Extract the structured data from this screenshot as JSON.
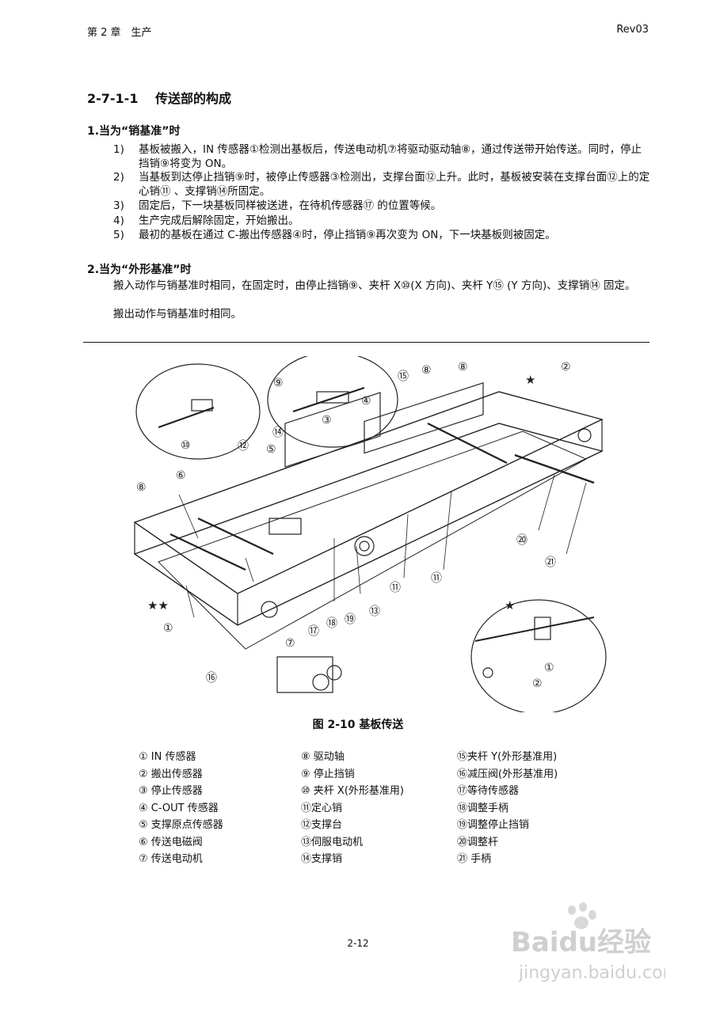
{
  "header": {
    "chapter": "第 2 章　生产",
    "revision": "Rev03"
  },
  "section_title": "2-7-1-1　 传送部的构成",
  "subsections": [
    {
      "title": "1.当为“销基准”时",
      "items": [
        {
          "num": "1)",
          "text": "基板被搬入，IN 传感器①检测出基板后，传送电动机⑦将驱动驱动轴⑧，通过传送带开始传送。同时，停止挡销⑨将变为 ON。"
        },
        {
          "num": "2)",
          "text": "当基板到达停止挡销⑨时，被停止传感器③检测出，支撑台面⑫上升。此时，基板被安装在支撑台面⑫上的定心销⑪ 、支撑销⑭所固定。"
        },
        {
          "num": "3)",
          "text": "固定后，下一块基板同样被送进，在待机传感器⑰ 的位置等候。"
        },
        {
          "num": "4)",
          "text": "生产完成后解除固定，开始搬出。"
        },
        {
          "num": "5)",
          "text": "最初的基板在通过 C-搬出传感器④时，停止挡销⑨再次变为 ON，下一块基板则被固定。"
        }
      ]
    },
    {
      "title": "2.当为“外形基准”时",
      "paragraphs": [
        "搬入动作与销基准时相同，在固定时，由停止挡销⑨、夹杆 X⑩(X 方向)、夹杆 Y⑮ (Y 方向)、支撑销⑭ 固定。",
        "搬出动作与销基准时相同。"
      ]
    }
  ],
  "figure": {
    "caption": "图 2-10  基板传送",
    "callouts": [
      "⑨",
      "④",
      "③",
      "⑩",
      "⑮",
      "⑧",
      "⑧",
      "②",
      "⑭",
      "⑤",
      "⑥",
      "⑧",
      "⑫",
      "⑳",
      "㉑",
      "⑪",
      "⑪",
      "⑬",
      "⑲",
      "⑱",
      "⑰",
      "⑦",
      "①",
      "⑯",
      "①",
      "②"
    ],
    "stars": [
      "★",
      "★★",
      "★"
    ]
  },
  "legend": [
    [
      "① IN 传感器",
      "② 搬出传感器",
      "③ 停止传感器",
      "④ C-OUT 传感器",
      "⑤ 支撑原点传感器",
      "⑥ 传送电磁阀",
      "⑦ 传送电动机"
    ],
    [
      "⑧  驱动轴",
      "⑨  停止挡销",
      "⑩  夹杆 X(外形基准用)",
      "⑪定心销",
      "⑫支撑台",
      "⑬伺服电动机",
      "⑭支撑销"
    ],
    [
      "⑮夹杆 Y(外形基准用)",
      "⑯减压阀(外形基准用)",
      "⑰等待传感器",
      "⑱调整手柄",
      "⑲调整停止挡销",
      "⑳调整杆",
      "㉑  手柄"
    ]
  ],
  "footer": {
    "page": "2-12"
  },
  "watermark": {
    "brand": "Baidu经验",
    "url": "jingyan.baidu.com"
  }
}
